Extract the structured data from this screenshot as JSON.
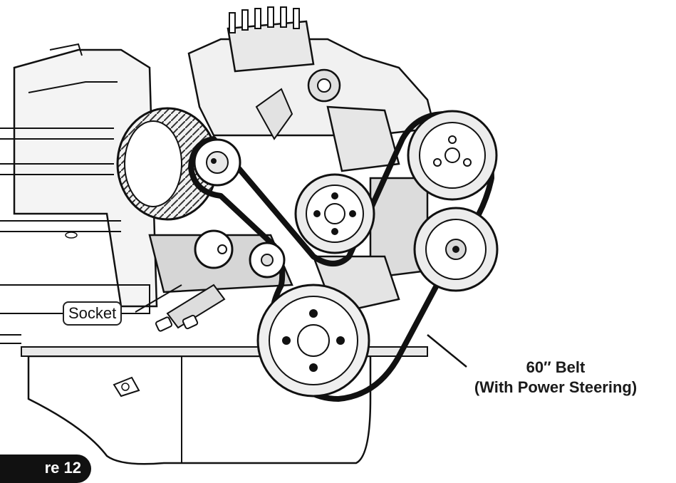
{
  "labels": {
    "belt_line1": "60″ Belt",
    "belt_line2": "(With Power Steering)",
    "socket": "Socket",
    "figure": "re 12"
  },
  "colors": {
    "ink": "#111111",
    "fill_light": "#e6e6e6",
    "fill_mid": "#cfcfcf",
    "paper": "#ffffff"
  }
}
